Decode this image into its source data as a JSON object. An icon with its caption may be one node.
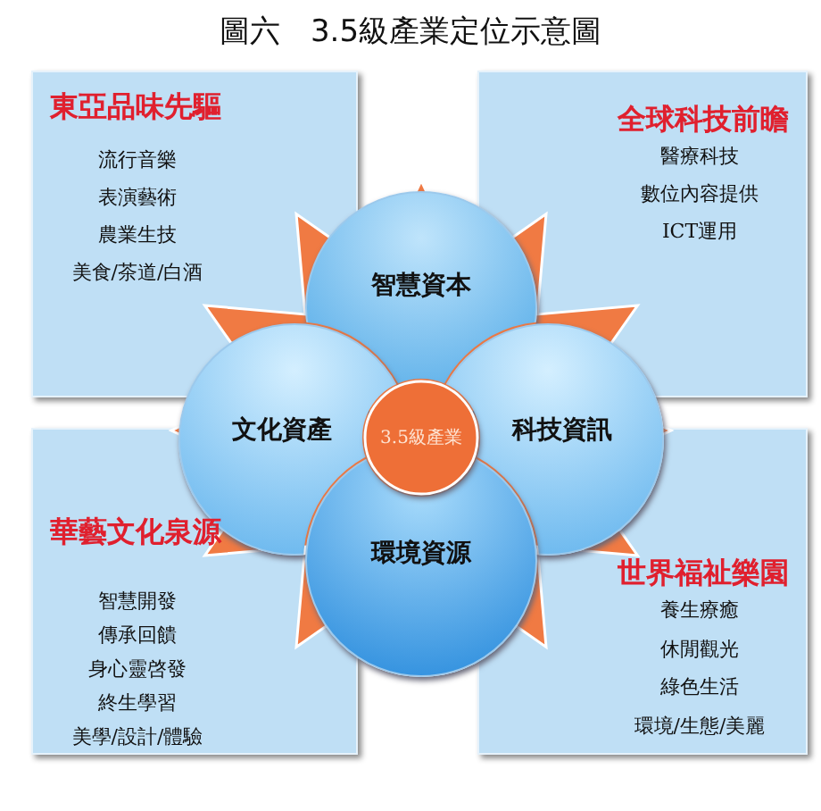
{
  "diagram": {
    "title": "圖六　3.5級產業定位示意圖",
    "nodes": [
      {
        "text": [
          "東亞品味先驅",
          "流行音樂",
          "表演藝術",
          "農業生技",
          "美食/茶道/白酒"
        ]
      },
      {
        "text": [
          "全球科技前瞻",
          "醫療科技",
          "數位內容提供",
          "ICT運用"
        ]
      },
      {
        "text": [
          "華藝文化泉源",
          "智慧開發",
          "傳承回饋",
          "身心靈啓發",
          "終生學習",
          "美學/設計/體驗"
        ]
      },
      {
        "text": [
          "世界福祉樂園",
          "養生療癒",
          "休閒觀光",
          "綠色生活",
          "環境/生態/美麗"
        ]
      },
      {
        "text": [
          "智慧資本"
        ]
      },
      {
        "text": [
          "文化資產"
        ]
      },
      {
        "text": [
          "科技資訊"
        ]
      },
      {
        "text": [
          "環境資源"
        ]
      },
      {
        "text": [
          "3.5級產業"
        ]
      }
    ]
  }
}
